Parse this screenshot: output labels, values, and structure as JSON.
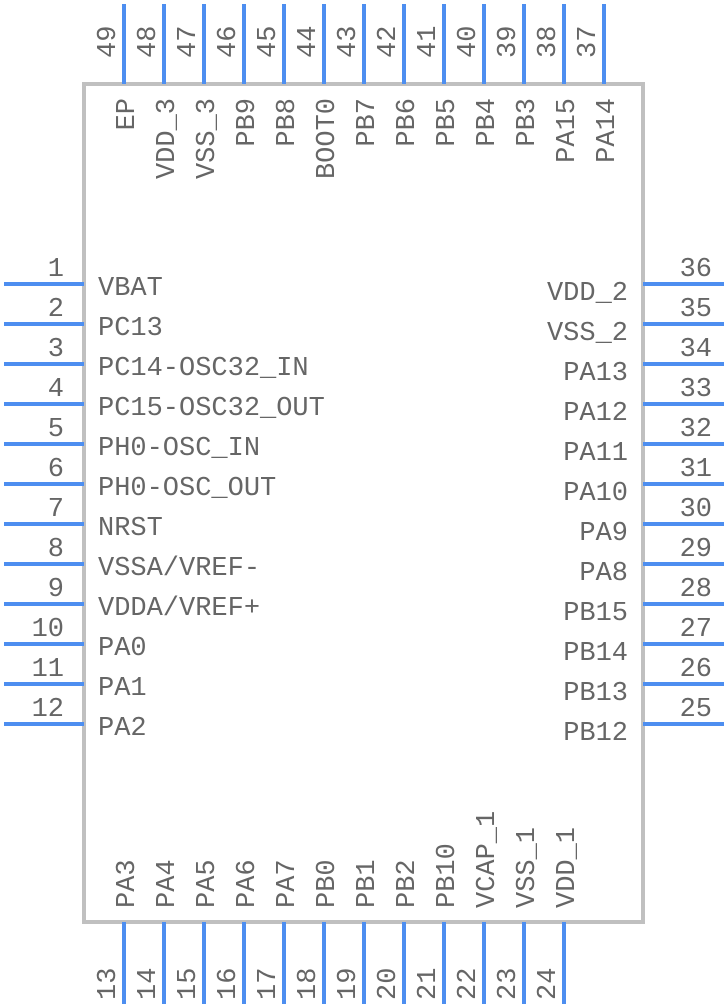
{
  "component": {
    "type": "IC symbol (48-pin + exposed pad)",
    "colors": {
      "pin": "#4d8ef0",
      "outline": "#c0c0c0",
      "text": "#666666",
      "background": "#ffffff"
    }
  },
  "pins": {
    "left": [
      {
        "num": "1",
        "name": "VBAT"
      },
      {
        "num": "2",
        "name": "PC13"
      },
      {
        "num": "3",
        "name": "PC14-OSC32_IN"
      },
      {
        "num": "4",
        "name": "PC15-OSC32_OUT"
      },
      {
        "num": "5",
        "name": "PH0-OSC_IN"
      },
      {
        "num": "6",
        "name": "PH0-OSC_OUT"
      },
      {
        "num": "7",
        "name": "NRST"
      },
      {
        "num": "8",
        "name": "VSSA/VREF-"
      },
      {
        "num": "9",
        "name": "VDDA/VREF+"
      },
      {
        "num": "10",
        "name": "PA0"
      },
      {
        "num": "11",
        "name": "PA1"
      },
      {
        "num": "12",
        "name": "PA2"
      }
    ],
    "bottom": [
      {
        "num": "13",
        "name": "PA3"
      },
      {
        "num": "14",
        "name": "PA4"
      },
      {
        "num": "15",
        "name": "PA5"
      },
      {
        "num": "16",
        "name": "PA6"
      },
      {
        "num": "17",
        "name": "PA7"
      },
      {
        "num": "18",
        "name": "PB0"
      },
      {
        "num": "19",
        "name": "PB1"
      },
      {
        "num": "20",
        "name": "PB2"
      },
      {
        "num": "21",
        "name": "PB10"
      },
      {
        "num": "22",
        "name": "VCAP_1"
      },
      {
        "num": "23",
        "name": "VSS_1"
      },
      {
        "num": "24",
        "name": "VDD_1"
      }
    ],
    "right": [
      {
        "num": "25",
        "name": "PB12"
      },
      {
        "num": "26",
        "name": "PB13"
      },
      {
        "num": "27",
        "name": "PB14"
      },
      {
        "num": "28",
        "name": "PB15"
      },
      {
        "num": "29",
        "name": "PA8"
      },
      {
        "num": "30",
        "name": "PA9"
      },
      {
        "num": "31",
        "name": "PA10"
      },
      {
        "num": "32",
        "name": "PA11"
      },
      {
        "num": "33",
        "name": "PA12"
      },
      {
        "num": "34",
        "name": "PA13"
      },
      {
        "num": "35",
        "name": "VSS_2"
      },
      {
        "num": "36",
        "name": "VDD_2"
      }
    ],
    "top": [
      {
        "num": "37",
        "name": "PA14"
      },
      {
        "num": "38",
        "name": "PA15"
      },
      {
        "num": "39",
        "name": "PB3"
      },
      {
        "num": "40",
        "name": "PB4"
      },
      {
        "num": "41",
        "name": "PB5"
      },
      {
        "num": "42",
        "name": "PB6"
      },
      {
        "num": "43",
        "name": "PB7"
      },
      {
        "num": "44",
        "name": "BOOT0"
      },
      {
        "num": "45",
        "name": "PB8"
      },
      {
        "num": "46",
        "name": "PB9"
      },
      {
        "num": "47",
        "name": "VSS_3"
      },
      {
        "num": "48",
        "name": "VDD_3"
      },
      {
        "num": "49",
        "name": "EP"
      }
    ]
  }
}
